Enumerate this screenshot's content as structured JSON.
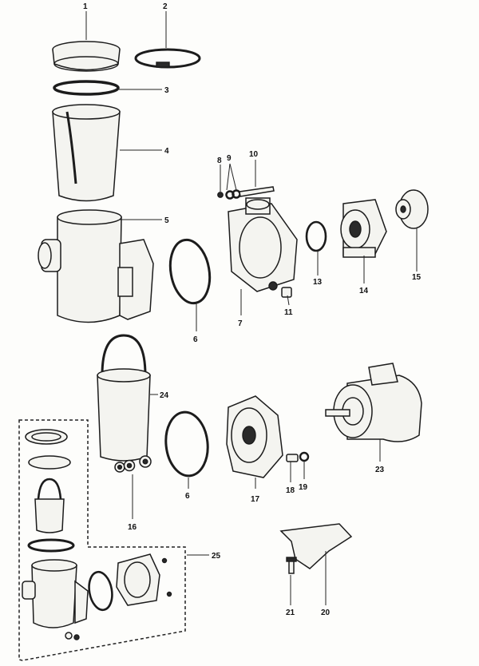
{
  "callouts": [
    {
      "id": "1",
      "label": "1"
    },
    {
      "id": "2",
      "label": "2"
    },
    {
      "id": "3",
      "label": "3"
    },
    {
      "id": "4",
      "label": "4"
    },
    {
      "id": "5",
      "label": "5"
    },
    {
      "id": "6a",
      "label": "6"
    },
    {
      "id": "6b",
      "label": "6"
    },
    {
      "id": "7",
      "label": "7"
    },
    {
      "id": "8",
      "label": "8"
    },
    {
      "id": "9",
      "label": "9"
    },
    {
      "id": "10",
      "label": "10"
    },
    {
      "id": "11",
      "label": "11"
    },
    {
      "id": "13",
      "label": "13"
    },
    {
      "id": "14",
      "label": "14"
    },
    {
      "id": "15",
      "label": "15"
    },
    {
      "id": "16",
      "label": "16"
    },
    {
      "id": "17",
      "label": "17"
    },
    {
      "id": "18",
      "label": "18"
    },
    {
      "id": "19",
      "label": "19"
    },
    {
      "id": "20",
      "label": "20"
    },
    {
      "id": "21",
      "label": "21"
    },
    {
      "id": "23",
      "label": "23"
    },
    {
      "id": "24",
      "label": "24"
    },
    {
      "id": "25",
      "label": "25"
    }
  ],
  "colors": {
    "ink": "#1c1c1c",
    "paper": "#fdfdfb"
  }
}
